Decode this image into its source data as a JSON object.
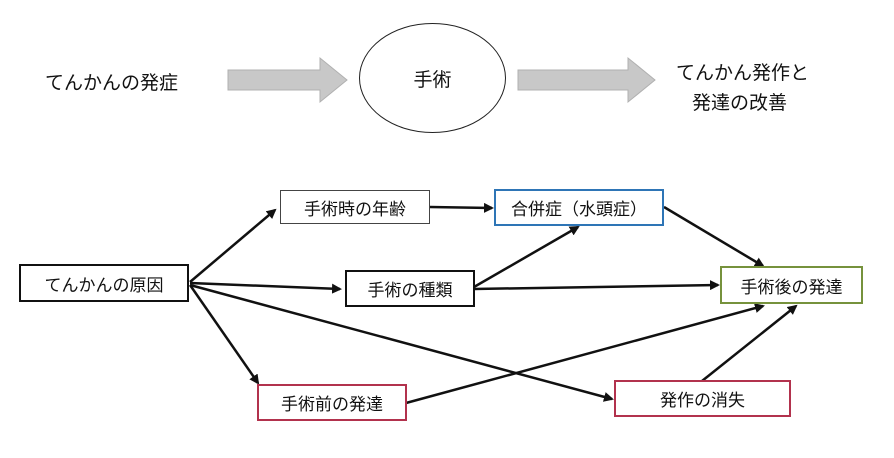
{
  "top_flow": {
    "left_label": "てんかんの発症",
    "center_label": "手術",
    "right_label_line1": "てんかん発作と",
    "right_label_line2": "発達の改善"
  },
  "nodes": {
    "cause": "てんかんの原因",
    "age_at_surgery": "手術時の年齢",
    "complication": "合併症（水頭症）",
    "surgery_type": "手術の種類",
    "post_dev": "手術後の発達",
    "pre_dev": "手術前の発達",
    "seizure_loss": "発作の消失"
  },
  "colors": {
    "blue": "#2e75b6",
    "red": "#b2324d",
    "green": "#76923c",
    "arrow_gray": "#c8c8c8"
  }
}
